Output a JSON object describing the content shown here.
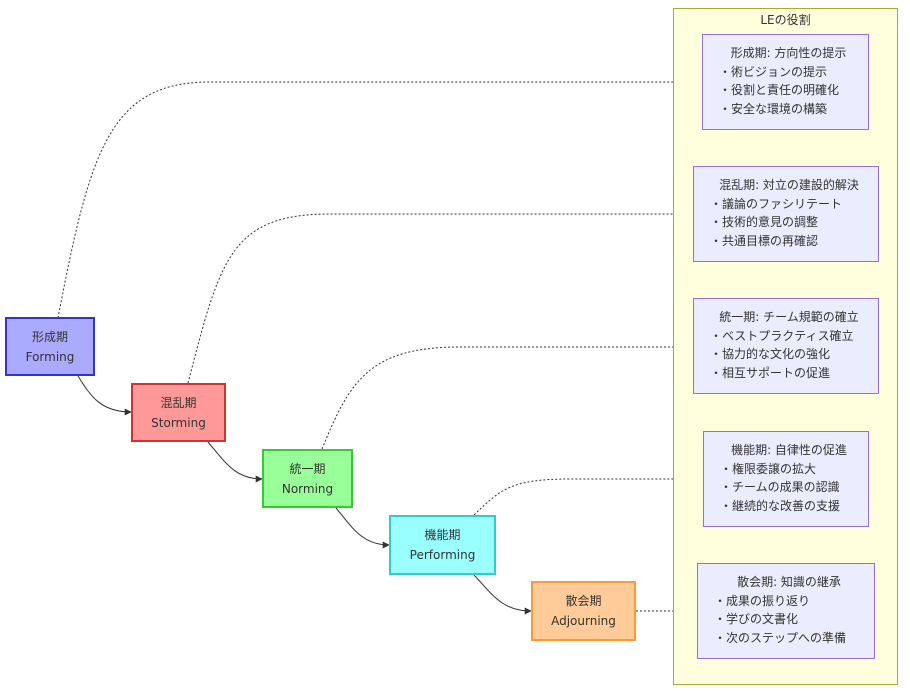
{
  "cluster": {
    "title": "LEの役割"
  },
  "stages": [
    {
      "id": "forming",
      "line1": "形成期",
      "line2": "Forming",
      "fill": "#aaaaff",
      "stroke": "#3333cc"
    },
    {
      "id": "storming",
      "line1": "混乱期",
      "line2": "Storming",
      "fill": "#ff9999",
      "stroke": "#cc3333"
    },
    {
      "id": "norming",
      "line1": "統一期",
      "line2": "Norming",
      "fill": "#99ff99",
      "stroke": "#33cc33"
    },
    {
      "id": "performing",
      "line1": "機能期",
      "line2": "Performing",
      "fill": "#99ffff",
      "stroke": "#33cccc"
    },
    {
      "id": "adjourning",
      "line1": "散会期",
      "line2": "Adjourning",
      "fill": "#ffcc99",
      "stroke": "#ff9933"
    }
  ],
  "roles": [
    {
      "title": "形成期: 方向性の提示",
      "items": [
        "・術ビジョンの提示",
        "・役割と責任の明確化",
        "・安全な環境の構築"
      ]
    },
    {
      "title": "混乱期: 対立の建設的解決",
      "items": [
        "・議論のファシリテート",
        "・技術的意見の調整",
        "・共通目標の再確認"
      ]
    },
    {
      "title": "統一期: チーム規範の確立",
      "items": [
        "・ベストプラクティス確立",
        "・協力的な文化の強化",
        "・相互サポートの促進"
      ]
    },
    {
      "title": "機能期: 自律性の促進",
      "items": [
        "・権限委譲の拡大",
        "・チームの成果の認識",
        "・継続的な改善の支援"
      ]
    },
    {
      "title": "散会期: 知識の継承",
      "items": [
        "・成果の振り返り",
        "・学びの文書化",
        "・次のステップへの準備"
      ]
    }
  ]
}
